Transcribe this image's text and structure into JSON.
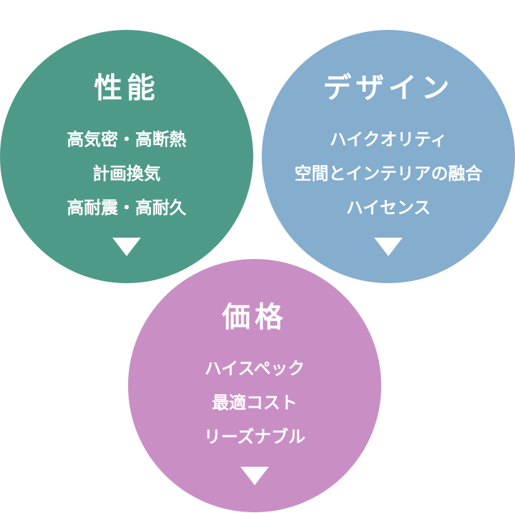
{
  "colors": {
    "performance": "#4e9a89",
    "design": "#84adce",
    "price": "#c98fc5",
    "text": "#ffffff"
  },
  "circles": [
    {
      "title": "性能",
      "lines": [
        "高気密・高断熱",
        "計画換気",
        "高耐震・高耐久"
      ],
      "icon": "triangle-down-icon"
    },
    {
      "title": "デザイン",
      "lines": [
        "ハイクオリティ",
        "空間とインテリアの融合",
        "ハイセンス"
      ],
      "icon": "triangle-down-icon"
    },
    {
      "title": "価格",
      "lines": [
        "ハイスペック",
        "最適コスト",
        "リーズナブル"
      ],
      "icon": "triangle-down-icon"
    }
  ]
}
